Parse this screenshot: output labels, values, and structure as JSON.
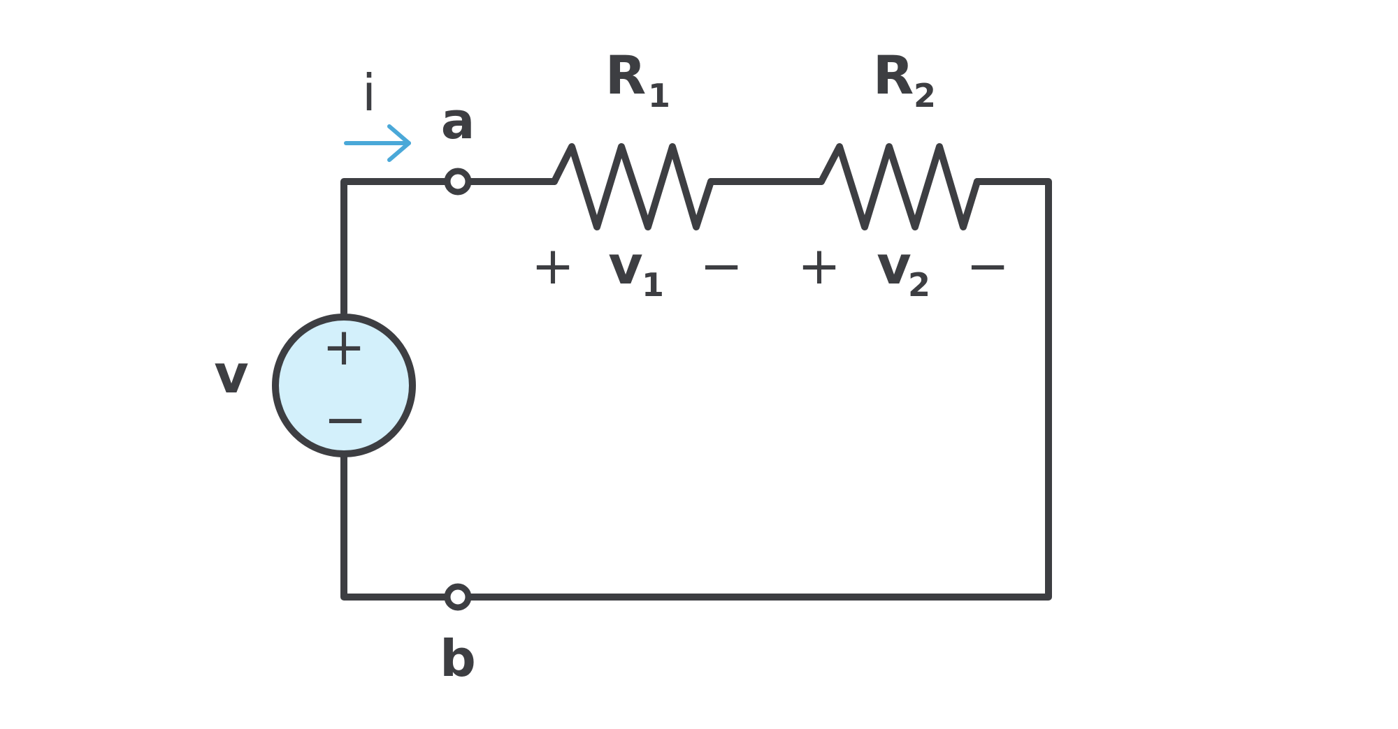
{
  "diagram": {
    "current_label": "i",
    "source_label": "v",
    "source_plus": "+",
    "source_minus": "−",
    "node_top": "a",
    "node_bottom": "b",
    "resistors": [
      {
        "name": "R",
        "subscript": "1",
        "voltage": "v",
        "voltage_subscript": "1",
        "plus": "+",
        "minus": "−"
      },
      {
        "name": "R",
        "subscript": "2",
        "voltage": "v",
        "voltage_subscript": "2",
        "plus": "+",
        "minus": "−"
      }
    ],
    "colors": {
      "wire": "#3d3e42",
      "source_fill": "#d3f0fb",
      "current_arrow": "#4aa8d8"
    }
  }
}
